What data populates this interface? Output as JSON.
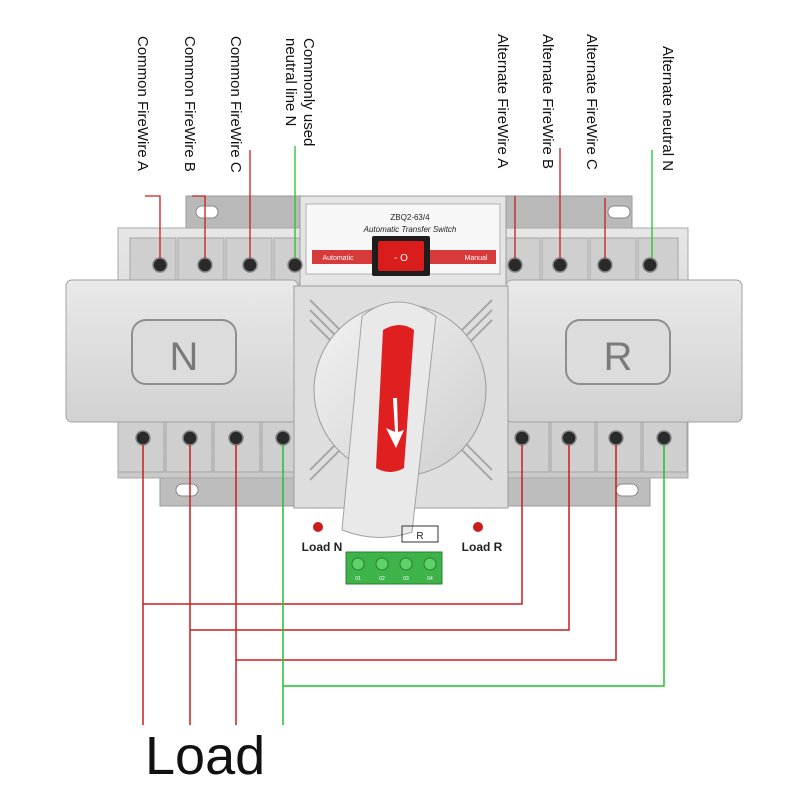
{
  "terminal_labels": [
    {
      "text": "Common FireWire A",
      "color": "#c81e1e"
    },
    {
      "text": "Common FireWire B",
      "color": "#c81e1e"
    },
    {
      "text": "Common FireWire C",
      "color": "#c81e1e"
    },
    {
      "text": "Commonly used neutral line N",
      "color": "#22c22e"
    },
    {
      "text": "Alternate FireWire A",
      "color": "#c81e1e"
    },
    {
      "text": "Alternate FireWire B",
      "color": "#c81e1e"
    },
    {
      "text": "Alternate FireWire C",
      "color": "#c81e1e"
    },
    {
      "text": "Alternate neutral N",
      "color": "#22c22e"
    }
  ],
  "device": {
    "model": "ZBQ2-63/4",
    "name": "Automatic Transfer Switch",
    "mode_left": "Automatic",
    "mode_right": "Manual",
    "switch_mark": "- O",
    "left_cover_letter": "N",
    "right_cover_letter": "R",
    "indicator_left": "Load N",
    "indicator_right": "Load R",
    "relay_label": "R",
    "terminal_block_labels": [
      "01",
      "02",
      "03",
      "04"
    ]
  },
  "bottom_label": "Load",
  "colors": {
    "phase_wire": "#c81e1e",
    "neutral_wire": "#22c22e",
    "body": "#d9d9d9",
    "handle_red": "#e02020",
    "terminal_block": "#3db34a"
  }
}
